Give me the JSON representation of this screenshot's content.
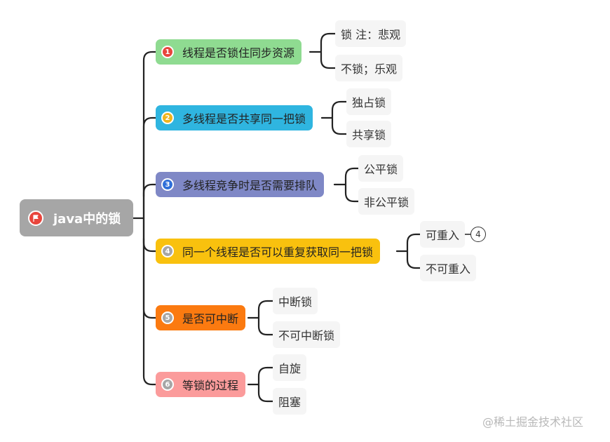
{
  "root": {
    "label": "java中的锁",
    "icon": "flag-icon",
    "color": "#a6a6a6"
  },
  "branches": [
    {
      "num": "1",
      "label": "线程是否锁住同步资源",
      "color": "#8fdb91",
      "num_color": "#e8453c",
      "leaves": [
        "锁 注：悲观",
        "不锁；乐观"
      ]
    },
    {
      "num": "2",
      "label": "多线程是否共享同一把锁",
      "color": "#2fb5e0",
      "num_color": "#f0b41c",
      "leaves": [
        "独占锁",
        "共享锁"
      ]
    },
    {
      "num": "3",
      "label": "多线程竞争时是否需要排队",
      "color": "#7f88c6",
      "num_color": "#2f6fd9",
      "leaves": [
        "公平锁",
        "非公平锁"
      ]
    },
    {
      "num": "4",
      "label": "同一个线程是否可以重复获取同一把锁",
      "color": "#f9c10e",
      "num_color": "#a6a6a6",
      "leaves": [
        "可重入",
        "不可重入"
      ]
    },
    {
      "num": "5",
      "label": "是否可中断",
      "color": "#fb7a10",
      "num_color": "#a6a6a6",
      "leaves": [
        "中断锁",
        "不可中断锁"
      ]
    },
    {
      "num": "6",
      "label": "等锁的过程",
      "color": "#fb9b9b",
      "num_color": "#a6a6a6",
      "leaves": [
        "自旋",
        "阻塞"
      ]
    }
  ],
  "marker": {
    "label": "4"
  },
  "watermark": "@稀土掘金技术社区"
}
